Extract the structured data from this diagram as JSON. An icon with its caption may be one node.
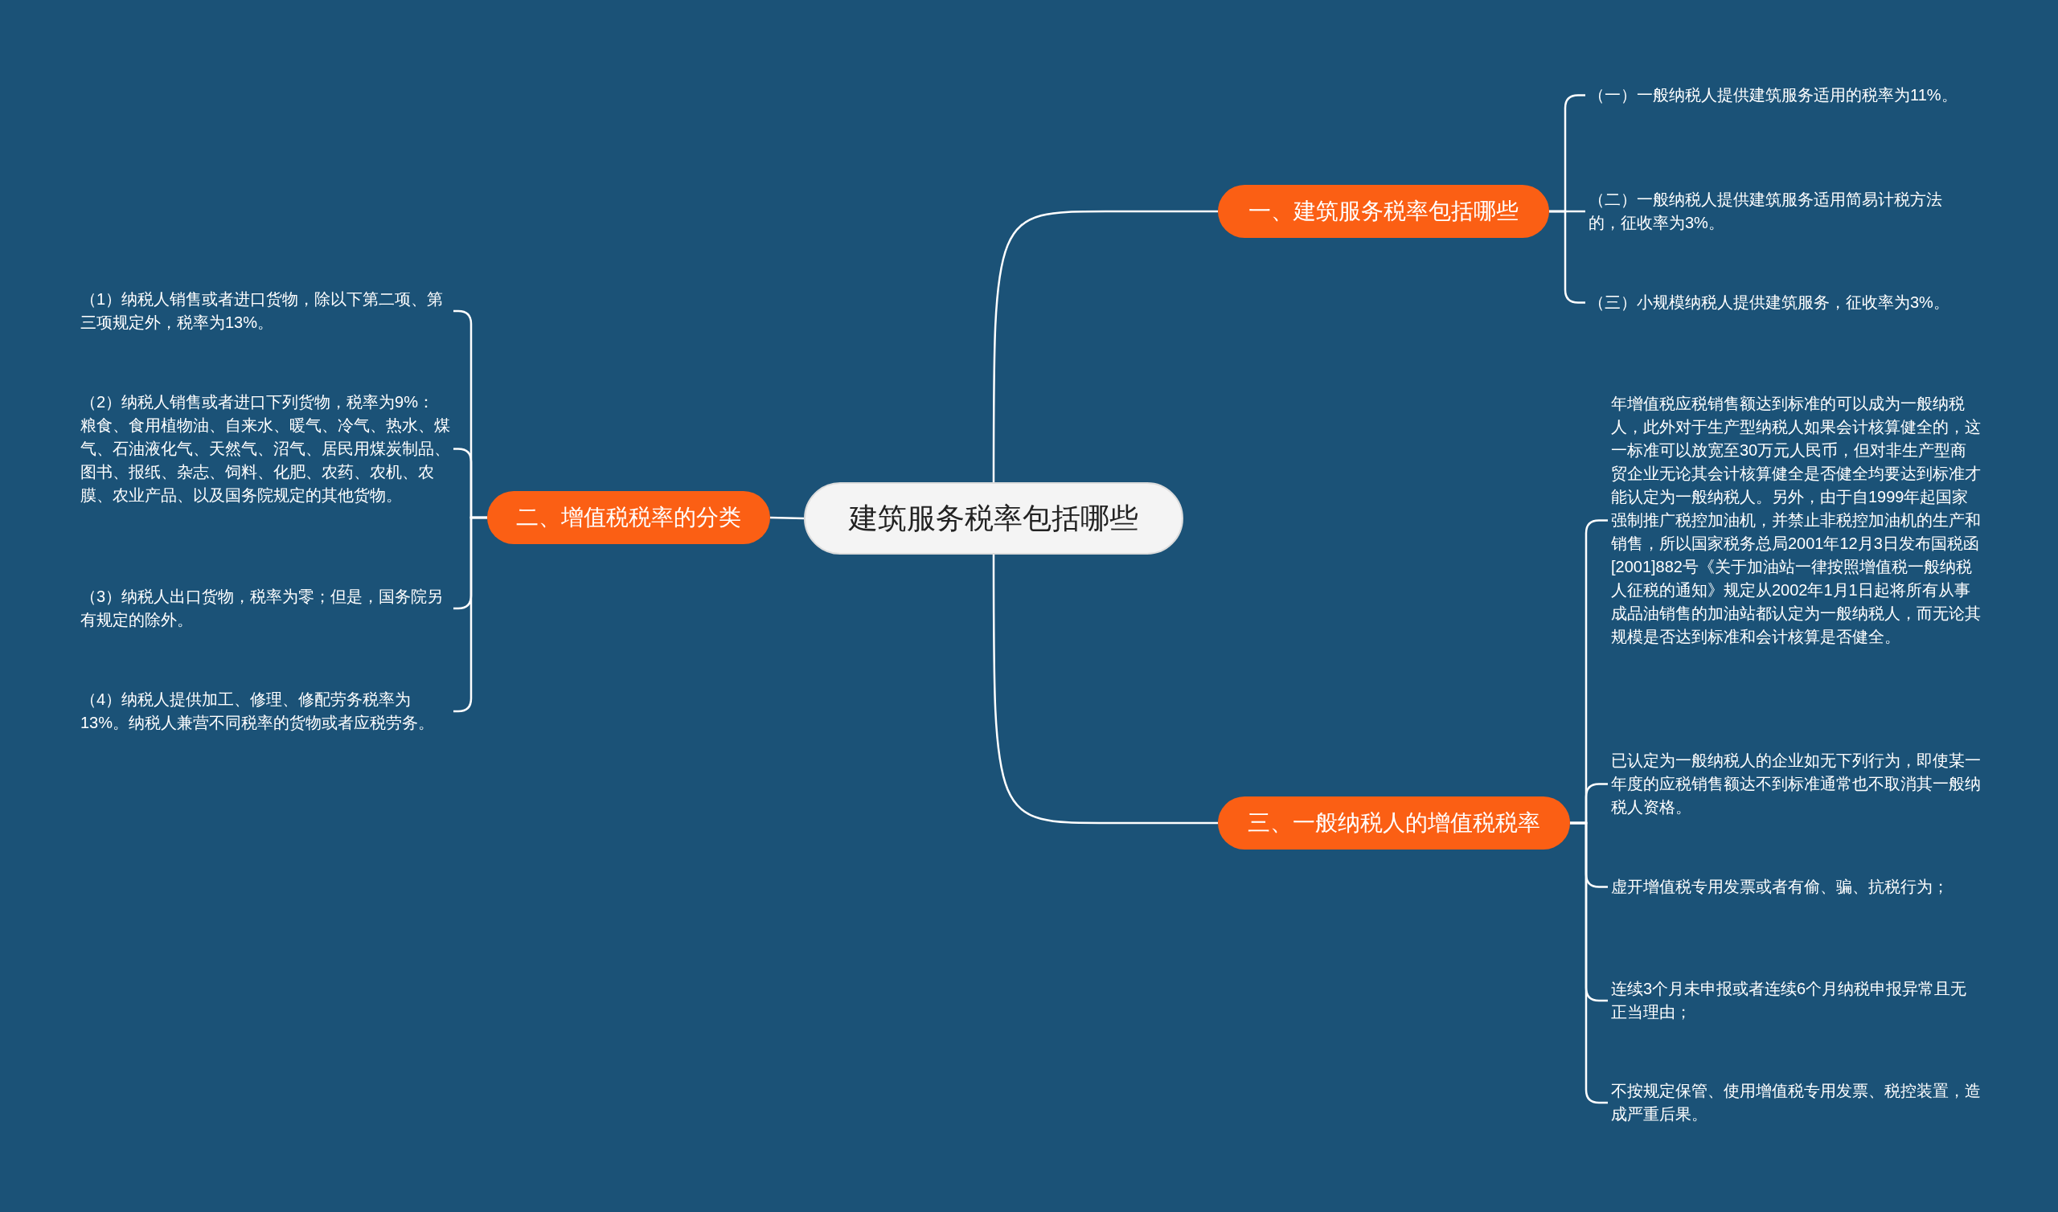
{
  "diagram": {
    "nodes": [
      {
        "text": [
          "建筑服务税率包括哪些"
        ]
      },
      {
        "text": [
          "一、建筑服务税率包括哪些"
        ]
      },
      {
        "text": [
          "（一）一般纳税人提供建筑服务适用的税率为11%。"
        ]
      },
      {
        "text": [
          "（二）一般纳税人提供建筑服务适用简易计税方法的，征收率为3%。"
        ]
      },
      {
        "text": [
          "（三）小规模纳税人提供建筑服务，征收率为3%。"
        ]
      },
      {
        "text": [
          "二、增值税税率的分类"
        ]
      },
      {
        "text": [
          "（1）纳税人销售或者进口货物，除以下第二项、第三项规定外，税率为13%。"
        ]
      },
      {
        "text": [
          "（2）纳税人销售或者进口下列货物，税率为9%：粮食、食用植物油、自来水、暖气、冷气、热水、煤气、石油液化气、天然气、沼气、居民用煤炭制品、图书、报纸、杂志、饲料、化肥、农药、农机、农膜、农业产品、以及国务院规定的其他货物。"
        ]
      },
      {
        "text": [
          "（3）纳税人出口货物，税率为零；但是，国务院另有规定的除外。"
        ]
      },
      {
        "text": [
          "（4）纳税人提供加工、修理、修配劳务税率为13%。纳税人兼营不同税率的货物或者应税劳务。"
        ]
      },
      {
        "text": [
          "三、一般纳税人的增值税税率"
        ]
      },
      {
        "text": [
          "年增值税应税销售额达到标准的可以成为一般纳税人，此外对于生产型纳税人如果会计核算健全的，这一标准可以放宽至30万元人民币，但对非生产型商贸企业无论其会计核算健全是否健全均要达到标准才能认定为一般纳税人。另外，由于自1999年起国家强制推广税控加油机，并禁止非税控加油机的生产和销售，所以国家税务总局2001年12月3日发布国税函[2001]882号《关于加油站一律按照增值税一般纳税人征税的通知》规定从2002年1月1日起将所有从事成品油销售的加油站都认定为一般纳税人，而无论其规模是否达到标准和会计核算是否健全。"
        ]
      },
      {
        "text": [
          "已认定为一般纳税人的企业如无下列行为，即使某一年度的应税销售额达不到标准通常也不取消其一般纳税人资格。"
        ]
      },
      {
        "text": [
          "虚开增值税专用发票或者有偷、骗、抗税行为；"
        ]
      },
      {
        "text": [
          "连续3个月未申报或者连续6个月纳税申报异常且无正当理由；"
        ]
      },
      {
        "text": [
          "不按规定保管、使用增值税专用发票、税控装置，造成严重后果。"
        ]
      }
    ],
    "edges": [
      {
        "from": 0,
        "to": 1,
        "arrow": "none"
      },
      {
        "from": 1,
        "to": 2,
        "arrow": "none"
      },
      {
        "from": 1,
        "to": 3,
        "arrow": "none"
      },
      {
        "from": 1,
        "to": 4,
        "arrow": "none"
      },
      {
        "from": 0,
        "to": 5,
        "arrow": "none"
      },
      {
        "from": 5,
        "to": 6,
        "arrow": "none"
      },
      {
        "from": 5,
        "to": 7,
        "arrow": "none"
      },
      {
        "from": 5,
        "to": 8,
        "arrow": "none"
      },
      {
        "from": 5,
        "to": 9,
        "arrow": "none"
      },
      {
        "from": 0,
        "to": 10,
        "arrow": "none"
      },
      {
        "from": 10,
        "to": 11,
        "arrow": "none"
      },
      {
        "from": 10,
        "to": 12,
        "arrow": "none"
      },
      {
        "from": 10,
        "to": 13,
        "arrow": "none"
      },
      {
        "from": 10,
        "to": 14,
        "arrow": "none"
      },
      {
        "from": 10,
        "to": 15,
        "arrow": "none"
      }
    ]
  }
}
